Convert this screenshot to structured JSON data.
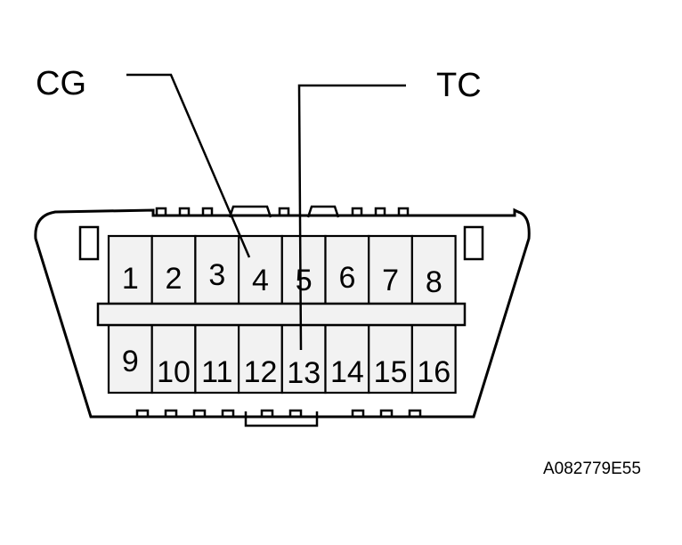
{
  "diagram": {
    "labels": {
      "cg": "CG",
      "tc": "TC"
    },
    "pins_top": [
      "1",
      "2",
      "3",
      "4",
      "5",
      "6",
      "7",
      "8"
    ],
    "pins_bottom": [
      "9",
      "10",
      "11",
      "12",
      "13",
      "14",
      "15",
      "16"
    ],
    "reference_code": "A082779E55",
    "colors": {
      "line": "#000000",
      "cell_fill": "#f2f2f2",
      "background": "#ffffff"
    }
  }
}
